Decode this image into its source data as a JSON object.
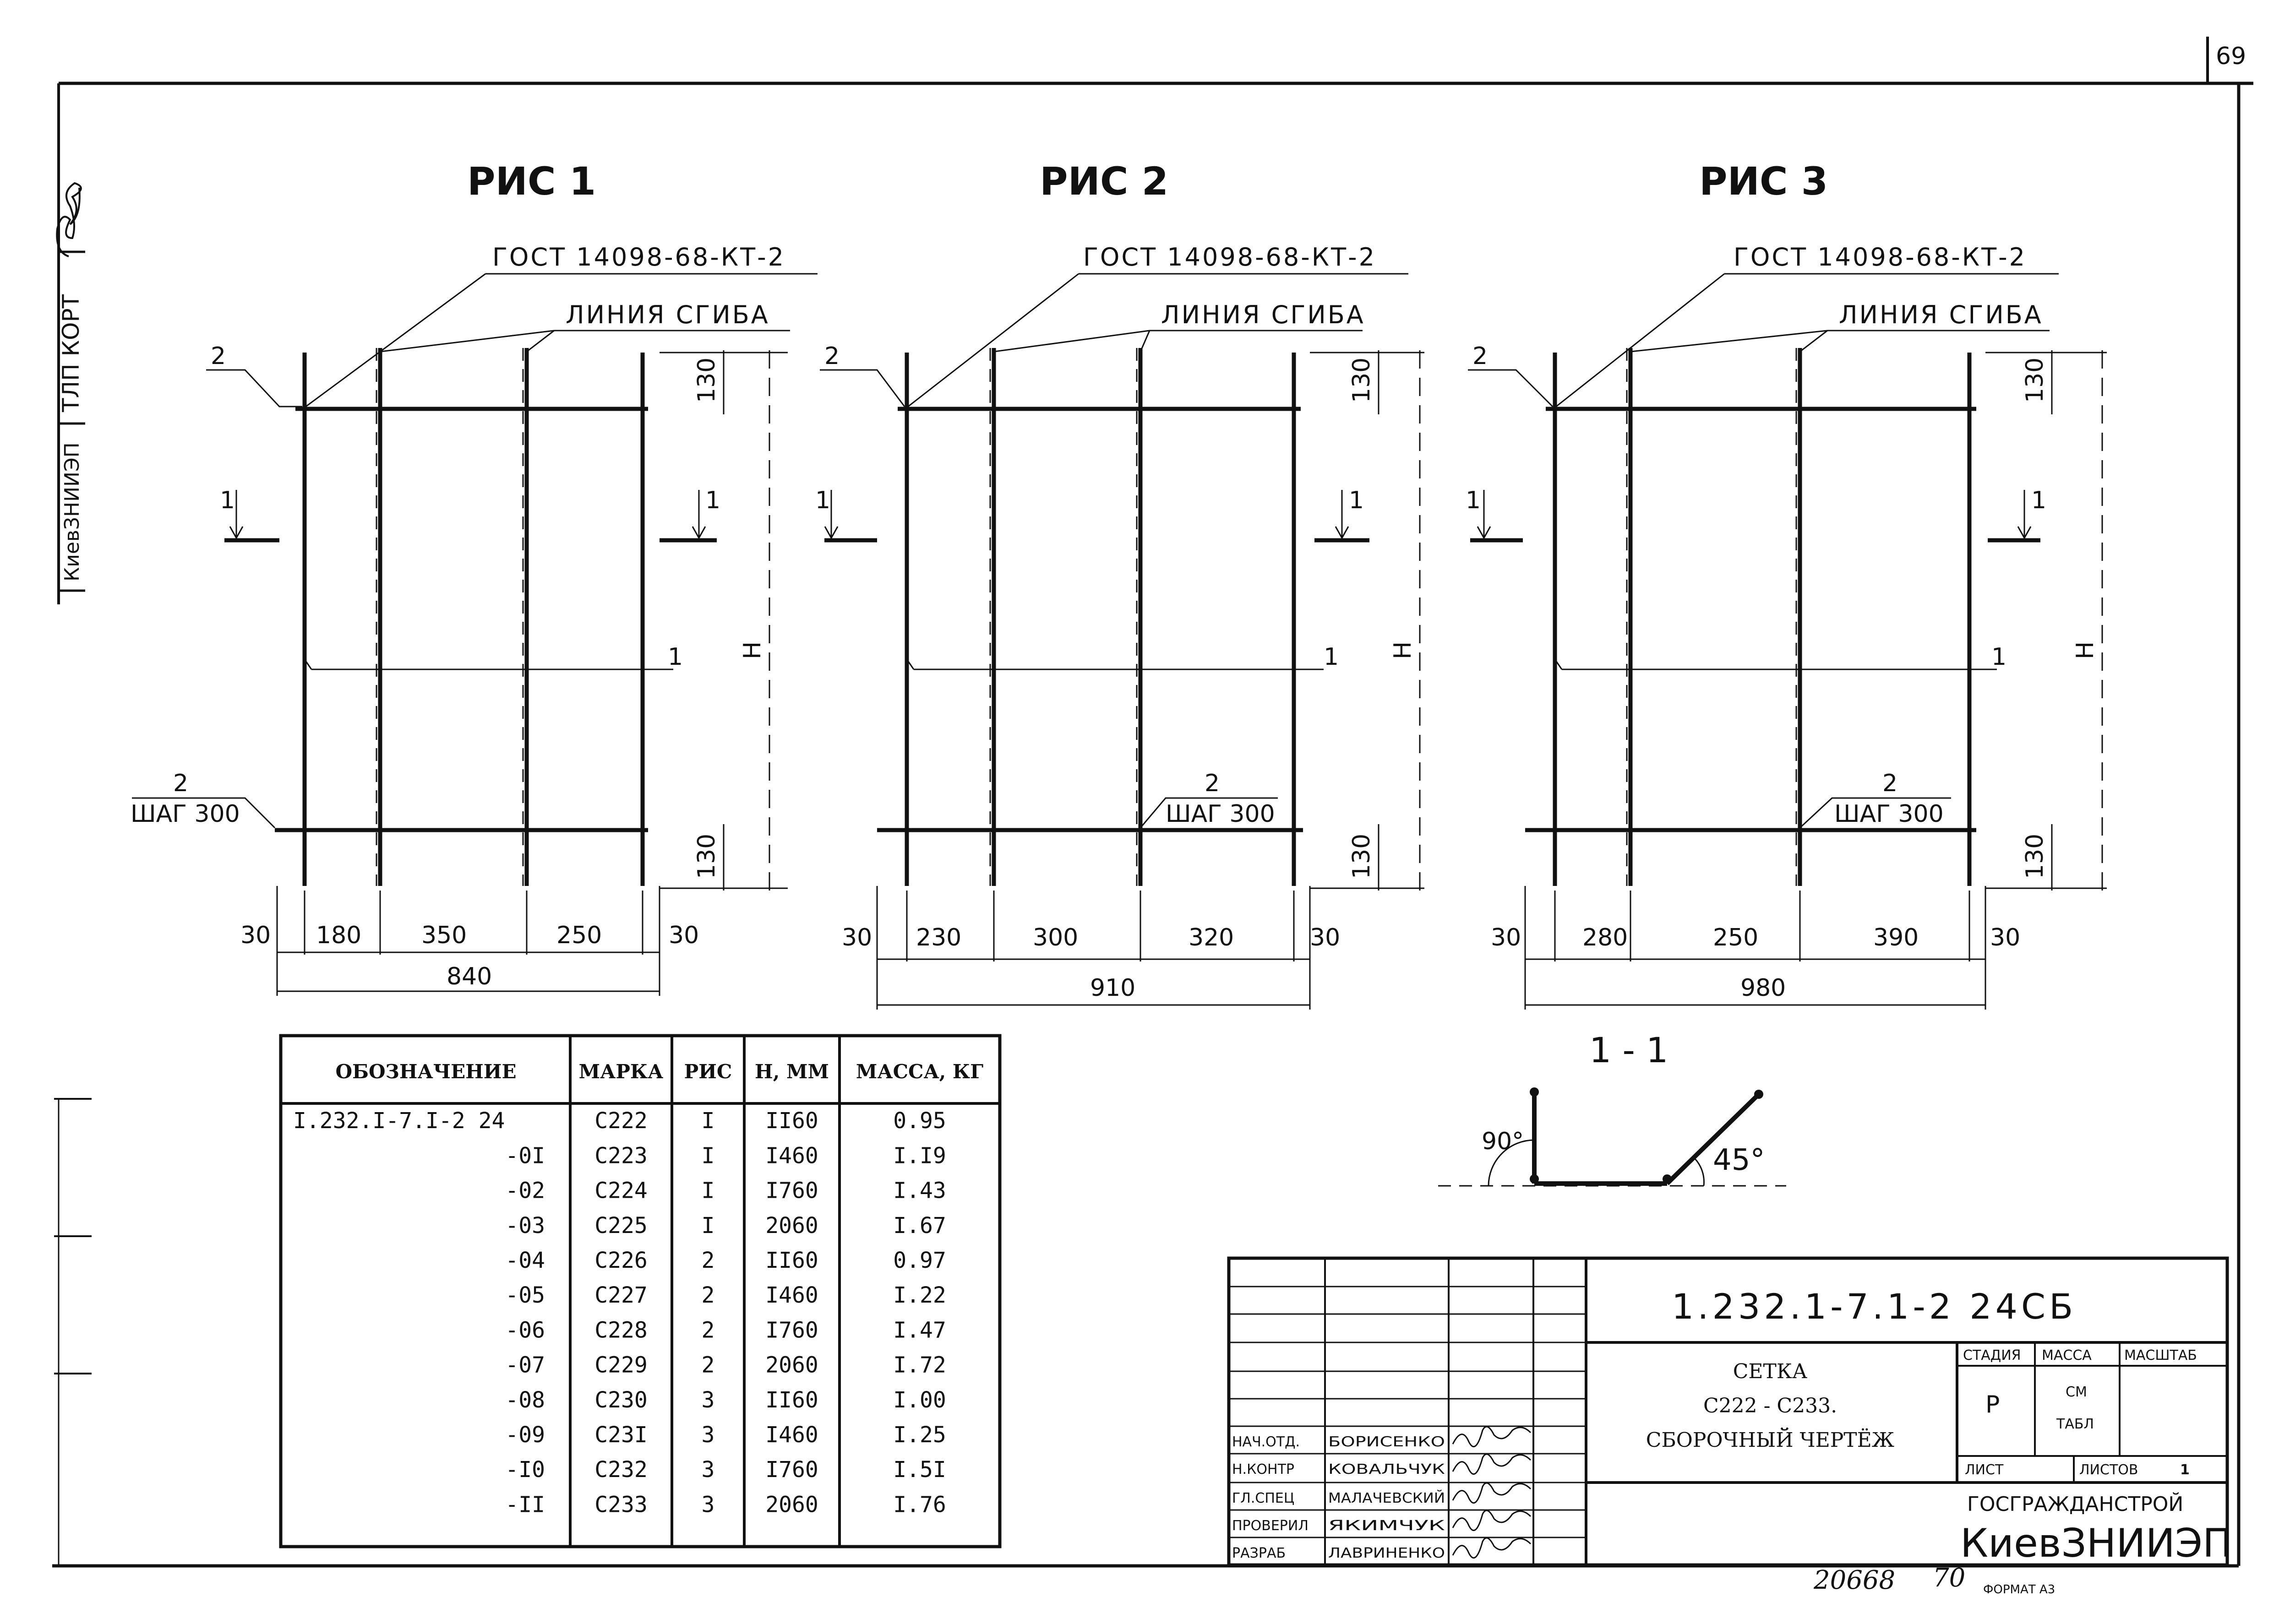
{
  "sheet_number": "69",
  "side_stamp": {
    "org": "КиевЗНИИЭП",
    "dept": "ТЛП КОРТ"
  },
  "figures": [
    {
      "title": "РИС 1",
      "gost": "ГОСТ 14098-68-КТ-2",
      "bend": "ЛИНИЯ СГИБА",
      "pos_top": "2",
      "pos_bottom": "2",
      "pitch": "ШАГ 300",
      "pos_mid": "1",
      "section_left": "1",
      "section_right": "1",
      "height": "Н",
      "end_top": "130",
      "end_bottom": "130",
      "segments": [
        "30",
        "180",
        "350",
        "250",
        "30"
      ],
      "total": "840"
    },
    {
      "title": "РИС 2",
      "gost": "ГОСТ 14098-68-КТ-2",
      "bend": "ЛИНИЯ СГИБА",
      "pos_top": "2",
      "pos_bottom": "2",
      "pitch": "ШАГ 300",
      "pos_mid": "1",
      "section_left": "1",
      "section_right": "1",
      "height": "Н",
      "end_top": "130",
      "end_bottom": "130",
      "segments": [
        "30",
        "230",
        "300",
        "320",
        "30"
      ],
      "total": "910"
    },
    {
      "title": "РИС 3",
      "gost": "ГОСТ 14098-68-КТ-2",
      "bend": "ЛИНИЯ СГИБА",
      "pos_top": "2",
      "pos_bottom": "2",
      "pitch": "ШАГ 300",
      "pos_mid": "1",
      "section_left": "1",
      "section_right": "1",
      "height": "Н",
      "end_top": "130",
      "end_bottom": "130",
      "segments": [
        "30",
        "280",
        "250",
        "390",
        "30"
      ],
      "total": "980"
    }
  ],
  "section": {
    "title": "1 - 1",
    "angle_left": "90°",
    "angle_right": "45°"
  },
  "spec_table": {
    "headers": [
      "ОБОЗНАЧЕНИЕ",
      "МАРКА",
      "РИС",
      "Н, ММ",
      "МАССА, КГ"
    ],
    "rows": [
      [
        "I.232.I-7.I-2 24",
        "C222",
        "I",
        "II60",
        "0.95"
      ],
      [
        "-0I",
        "C223",
        "I",
        "I460",
        "I.I9"
      ],
      [
        "-02",
        "C224",
        "I",
        "I760",
        "I.43"
      ],
      [
        "-03",
        "C225",
        "I",
        "2060",
        "I.67"
      ],
      [
        "-04",
        "C226",
        "2",
        "II60",
        "0.97"
      ],
      [
        "-05",
        "C227",
        "2",
        "I460",
        "I.22"
      ],
      [
        "-06",
        "C228",
        "2",
        "I760",
        "I.47"
      ],
      [
        "-07",
        "C229",
        "2",
        "2060",
        "I.72"
      ],
      [
        "-08",
        "C230",
        "3",
        "II60",
        "I.00"
      ],
      [
        "-09",
        "C23I",
        "3",
        "I460",
        "I.25"
      ],
      [
        "-I0",
        "C232",
        "3",
        "I760",
        "I.5I"
      ],
      [
        "-II",
        "C233",
        "3",
        "2060",
        "I.76"
      ]
    ]
  },
  "title_block": {
    "doc_code": "1.232.1-7.1-2 24СБ",
    "title_lines": [
      "СЕТКА",
      "С222 - С233.",
      "СБОРОЧНЫЙ ЧЕРТЁЖ"
    ],
    "stage_header": "СТАДИЯ",
    "mass_header": "МАССА",
    "scale_header": "МАСШТАБ",
    "stage": "Р",
    "mass_value": "СМ",
    "mass_value_2": "ТАБЛ",
    "sheet_label": "ЛИСТ",
    "sheets_label": "ЛИСТОВ",
    "sheets_count": "1",
    "org_top": "ГОСГРАЖДАНСТРОЙ",
    "org_main": "КиевЗНИИЭП",
    "signatures": [
      {
        "role": "НАЧ.ОТД.",
        "name": "БОРИСЕНКО"
      },
      {
        "role": "Н.КОНТР",
        "name": "КОВАЛЬЧУК"
      },
      {
        "role": "ГЛ.СПЕЦ",
        "name": "МАЛАЧЕВСКИЙ"
      },
      {
        "role": "ПРОВЕРИЛ",
        "name": "ЯКИМЧУК"
      },
      {
        "role": "РАЗРАБ",
        "name": "ЛАВРИНЕНКО"
      }
    ]
  },
  "footer": {
    "inventory": "20668",
    "copy": "70",
    "format": "ФОРМАТ А3"
  }
}
